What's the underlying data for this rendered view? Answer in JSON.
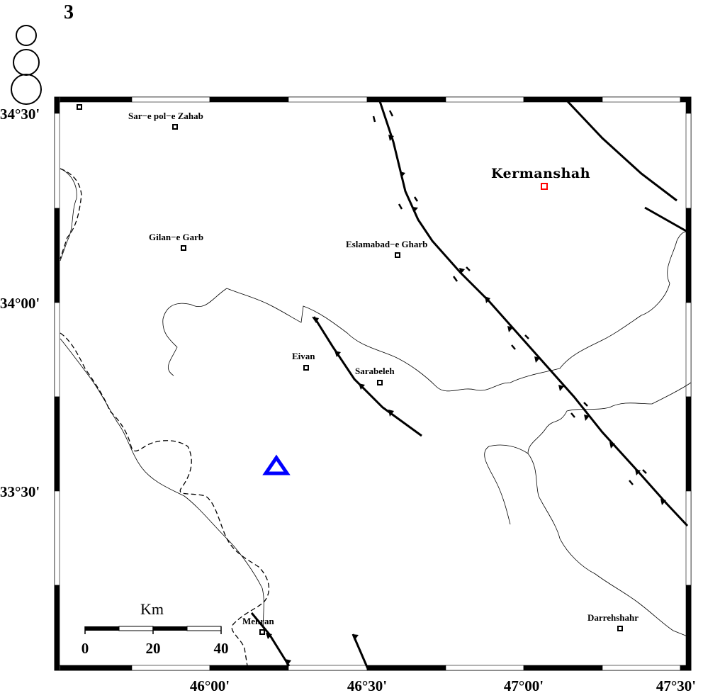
{
  "panel_number": "3",
  "magnitude_legend": [
    "small-circle",
    "medium-circle",
    "large-circle"
  ],
  "latitude_ticks": [
    "34°30'",
    "34°00'",
    "33°30'"
  ],
  "longitude_ticks": [
    "46°00'",
    "46°30'",
    "47°00'",
    "47°30'"
  ],
  "capital_city": {
    "name": "Kermanshah",
    "color": "#ff0000"
  },
  "cities": [
    "Sar−e pol−e Zahab",
    "Gilan−e Garb",
    "Eslamabad−e Gharb",
    "Eivan",
    "Sarabeleh",
    "Mehran",
    "Darrehshahr"
  ],
  "epicenter": {
    "symbol": "triangle",
    "color": "#0000ff"
  },
  "scale_bar": {
    "unit": "Km",
    "labels": [
      "0",
      "20",
      "40"
    ]
  }
}
